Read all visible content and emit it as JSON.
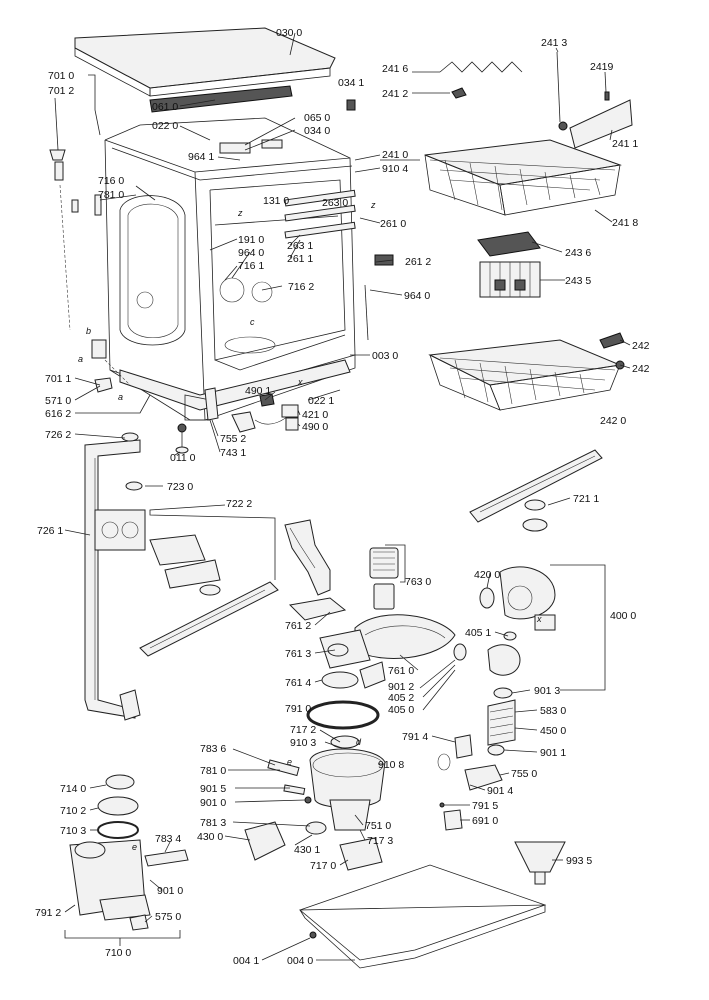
{
  "part_labels": {
    "p0300": "030 0",
    "p0341": "034 1",
    "p7010": "701 0",
    "p7012": "701 2",
    "p0610": "061 0",
    "p0650": "065 0",
    "p0220": "022 0",
    "p0340": "034 0",
    "p9641": "964 1",
    "p2416": "241 6",
    "p2412": "241 2",
    "p2413": "241 3",
    "p2419": "2419",
    "p2411": "241 1",
    "p2410": "241 0",
    "p9104": "910 4",
    "p2418": "241 8",
    "p7160": "716 0",
    "p7810": "781 0",
    "p1310": "131 0",
    "p2630": "263 0",
    "p2610": "261 0",
    "p1910": "191 0",
    "p9640a": "964 0",
    "p2631": "263 1",
    "p2611": "261 1",
    "p2612": "261 2",
    "p7161": "716 1",
    "p7162": "716 2",
    "p9640b": "964 0",
    "p2436": "243 6",
    "p2435": "243 5",
    "p242a": "242",
    "p242b": "242",
    "p0030": "003 0",
    "p7011": "701 1",
    "p4901": "490 1",
    "p0221": "022 1",
    "p5710": "571 0",
    "p4210": "421 0",
    "p4900": "490 0",
    "p6162": "616 2",
    "p2420": "242 0",
    "p7262": "726 2",
    "p7552": "755 2",
    "p0110": "011 0",
    "p7431": "743 1",
    "p7230": "723 0",
    "p7222": "722 2",
    "p7211": "721 1",
    "p7261": "726 1",
    "p7630": "763 0",
    "p4200": "420 0",
    "p4000": "400 0",
    "p7612": "761 2",
    "p4051": "405 1",
    "p7613": "761 3",
    "p7610": "761 0",
    "p9012": "901 2",
    "p7614": "761 4",
    "p4052": "405 2",
    "p9013": "901 3",
    "p4050": "405 0",
    "p7910": "791 0",
    "p5830": "583 0",
    "p7172": "717 2",
    "p4500": "450 0",
    "p9103": "910 3",
    "p7914": "791 4",
    "p7836": "783 6",
    "p9011": "901 1",
    "p7810b": "781 0",
    "p9108": "910 8",
    "p7550": "755 0",
    "p7140": "714 0",
    "p9015": "901 5",
    "p9010a": "901 0",
    "p7102": "710 2",
    "p9014": "901 4",
    "p7915": "791 5",
    "p7813": "781 3",
    "p7510": "751 0",
    "p6910": "691 0",
    "p7103": "710 3",
    "p7834": "783 4",
    "p4300": "430 0",
    "p7173": "717 3",
    "p4301": "430 1",
    "p7170": "717 0",
    "p9935": "993 5",
    "p9010b": "901 0",
    "p7912": "791 2",
    "p5750": "575 0",
    "p7100": "710 0",
    "p0041": "004 1",
    "p0040": "004 0"
  },
  "letter_marks": {
    "b": "b",
    "a1": "a",
    "a2": "a",
    "c": "c",
    "x1": "x",
    "x2": "x",
    "z1": "z",
    "z2": "z",
    "d": "d",
    "e1": "e",
    "e2": "e"
  }
}
